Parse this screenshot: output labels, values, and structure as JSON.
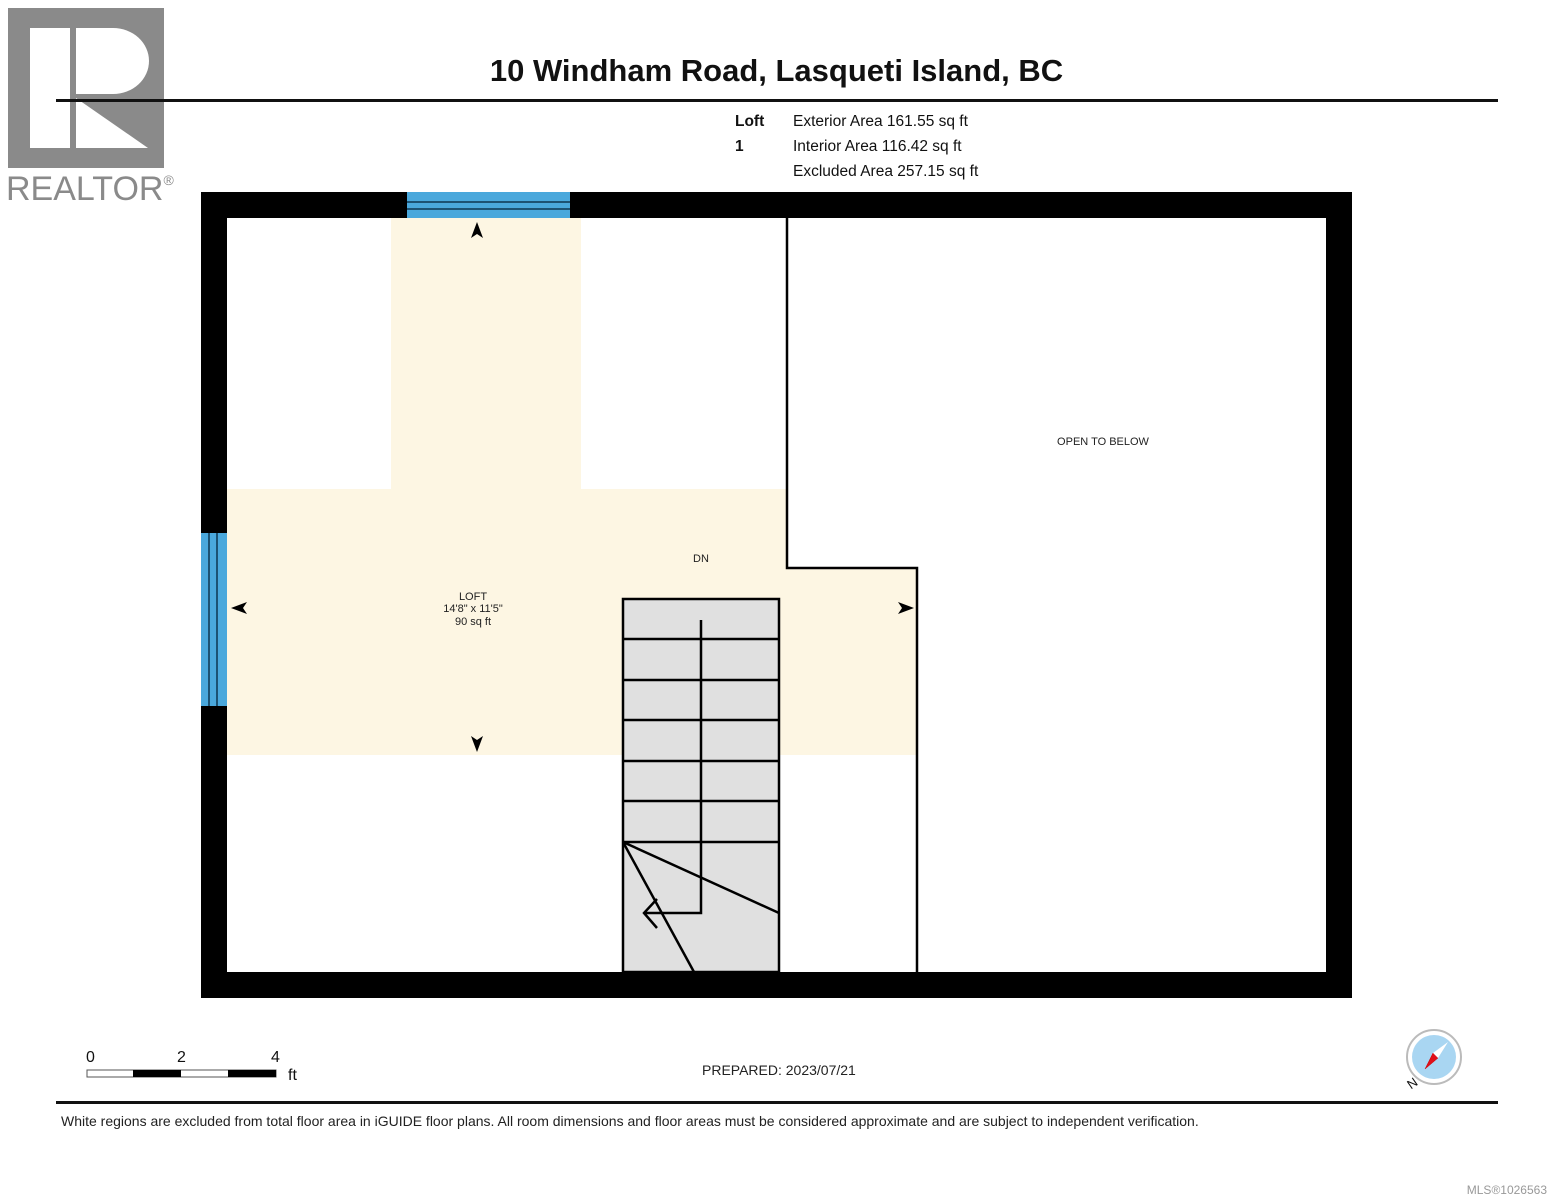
{
  "branding": {
    "logo_icon": "realtor-r-logo-icon",
    "logo_text": "REALTOR",
    "logo_mark": "®",
    "logo_color": "#8a8a8a"
  },
  "header": {
    "title": "10 Windham Road, Lasqueti Island, BC"
  },
  "area_summary": {
    "floor_name": "Loft 1",
    "lines": [
      "Exterior Area 161.55 sq ft",
      "Interior Area 116.42 sq ft",
      "Excluded Area 257.15 sq ft"
    ]
  },
  "floor_plan": {
    "rooms": [
      {
        "name": "LOFT",
        "dimensions": "14'8\" x 11'5\"",
        "area": "90 sq ft",
        "fill": "#fdf6e3"
      },
      {
        "name": "OPEN TO BELOW"
      }
    ],
    "stair_label": "DN",
    "colors": {
      "wall": "#000000",
      "window": "#4aa8dc",
      "stair": "#e0e0e0",
      "room": "#fdf6e3"
    },
    "windows": [
      "north-window",
      "west-window"
    ],
    "stair_treads": 7
  },
  "scale_bar": {
    "ticks": [
      "0",
      "2",
      "4"
    ],
    "unit": "ft"
  },
  "prepared": "PREPARED: 2023/07/21",
  "compass": {
    "icon": "north-compass-icon",
    "label": "N"
  },
  "footer": {
    "disclaimer": "White regions are excluded from total floor area in iGUIDE floor plans. All room dimensions and floor areas must be considered approximate and are subject to independent verification.",
    "mls": "MLS®1026563"
  }
}
